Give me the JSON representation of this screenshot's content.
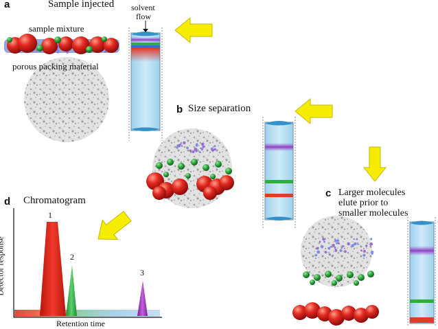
{
  "panel_a": {
    "letter": "a",
    "title": "Sample injected",
    "sample_label": "sample mixture",
    "packing_label": "porous packing material",
    "flow_label_1": "solvent",
    "flow_label_2": "flow"
  },
  "panel_b": {
    "letter": "b",
    "title": "Size separation"
  },
  "panel_c": {
    "letter": "c",
    "title_line1": "Larger molecules",
    "title_line2": "elute prior to",
    "title_line3": "smaller molecules"
  },
  "panel_d": {
    "letter": "d",
    "title": "Chromatogram",
    "ylabel": "Detector response",
    "xlabel": "Retention time",
    "peaks": [
      {
        "label": "1",
        "color": "#e0281e"
      },
      {
        "label": "2",
        "color": "#27a83a"
      },
      {
        "label": "3",
        "color": "#9b2bb0"
      }
    ]
  },
  "colors": {
    "arrow": "#f5ec00",
    "column": "#bfe3f5",
    "large_molecule": "#d92020",
    "medium_molecule": "#2fae3e",
    "small_molecule": "#a05fcf"
  }
}
